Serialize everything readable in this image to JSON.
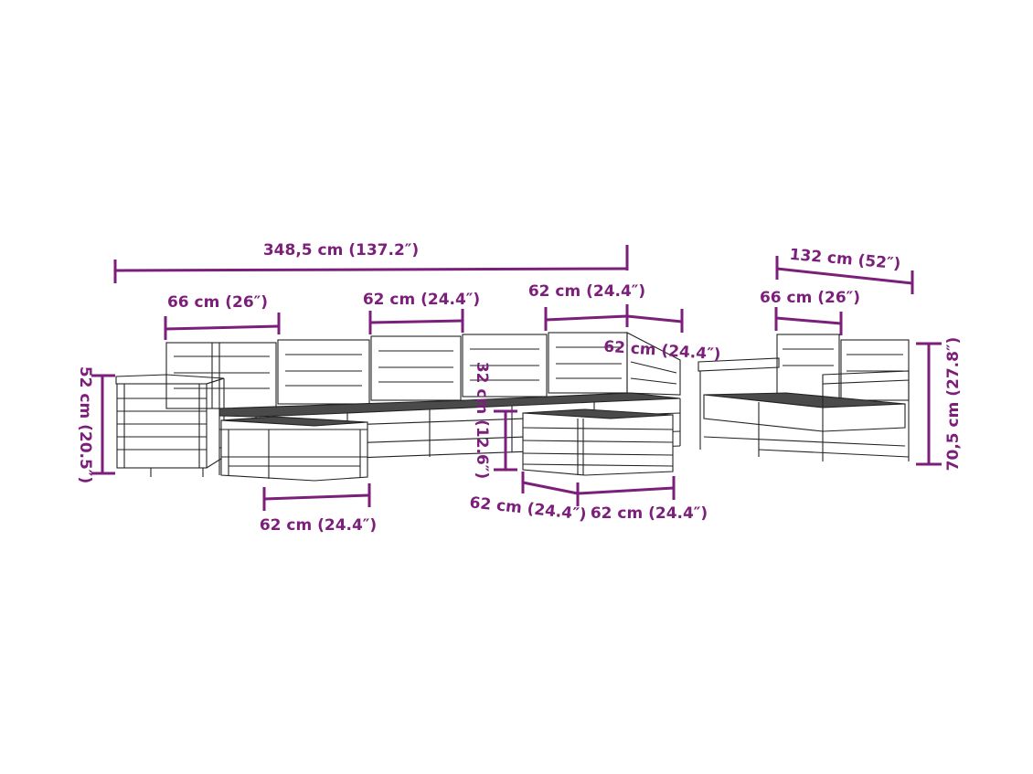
{
  "colors": {
    "dimension": "#7b1f7a",
    "outline": "#222222",
    "seat_top": "#4a4a4a"
  },
  "labels": {
    "total_width": "348,5 cm (137.2″)",
    "corner_width_left": "66 cm (26″)",
    "middle_width_a": "62 cm (24.4″)",
    "middle_width_b": "62 cm (24.4″)",
    "corner_depth_right": "62 cm (24.4″)",
    "table_height": "52 cm (20.5″)",
    "ottoman_height": "32 cm (12.6″)",
    "ottoman_width_left": "62 cm (24.4″)",
    "ottoman_depth": "62 cm (24.4″)",
    "ottoman_width_right": "62 cm (24.4″)",
    "armchair_width": "132 cm (52″)",
    "armchair_seat_width": "66 cm (26″)",
    "seat_height": "70,5 cm (27.8″)"
  }
}
